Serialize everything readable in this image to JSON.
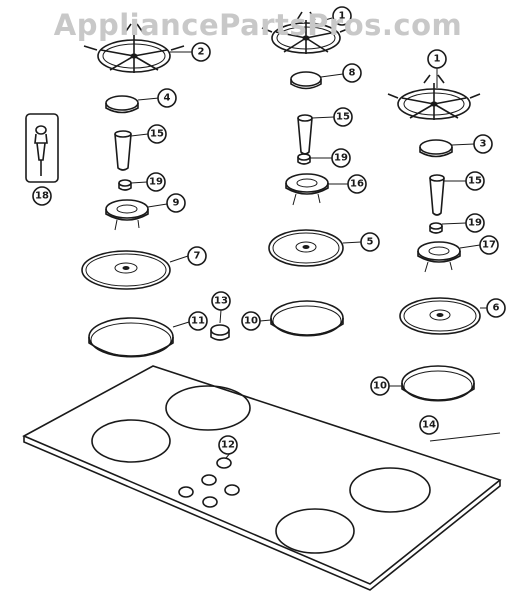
{
  "watermark": "AppliancePartsPros.com",
  "callouts": [
    {
      "id": "c1a",
      "label": "1"
    },
    {
      "id": "c2",
      "label": "2"
    },
    {
      "id": "c1b",
      "label": "1"
    },
    {
      "id": "c4",
      "label": "4"
    },
    {
      "id": "c8",
      "label": "8"
    },
    {
      "id": "c3",
      "label": "3"
    },
    {
      "id": "c15a",
      "label": "15"
    },
    {
      "id": "c15b",
      "label": "15"
    },
    {
      "id": "c15c",
      "label": "15"
    },
    {
      "id": "c19a",
      "label": "19"
    },
    {
      "id": "c19b",
      "label": "19"
    },
    {
      "id": "c19c",
      "label": "19"
    },
    {
      "id": "c18",
      "label": "18"
    },
    {
      "id": "c9",
      "label": "9"
    },
    {
      "id": "c16",
      "label": "16"
    },
    {
      "id": "c17",
      "label": "17"
    },
    {
      "id": "c7",
      "label": "7"
    },
    {
      "id": "c5",
      "label": "5"
    },
    {
      "id": "c6",
      "label": "6"
    },
    {
      "id": "c13",
      "label": "13"
    },
    {
      "id": "c11",
      "label": "11"
    },
    {
      "id": "c10a",
      "label": "10"
    },
    {
      "id": "c10b",
      "label": "10"
    },
    {
      "id": "c14",
      "label": "14"
    },
    {
      "id": "c12",
      "label": "12"
    }
  ]
}
